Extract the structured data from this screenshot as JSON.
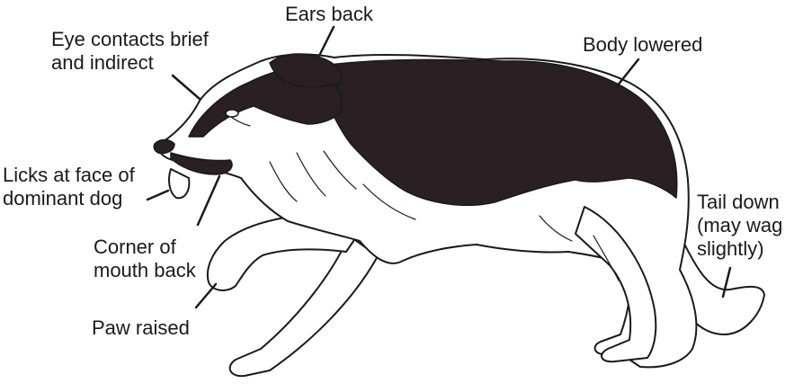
{
  "labels": {
    "ears_back": "Ears back",
    "eye_contacts": "Eye contacts brief\nand indirect",
    "body_lowered": "Body lowered",
    "licks_face": "Licks at face of\ndominant dog",
    "corner_mouth": "Corner of\nmouth back",
    "paw_raised": "Paw raised",
    "tail_down": "Tail down\n(may wag\nslightly)"
  },
  "colors": {
    "ink": "#1a1a1a",
    "fur_dark": "#2a1f22",
    "paper": "#ffffff"
  }
}
